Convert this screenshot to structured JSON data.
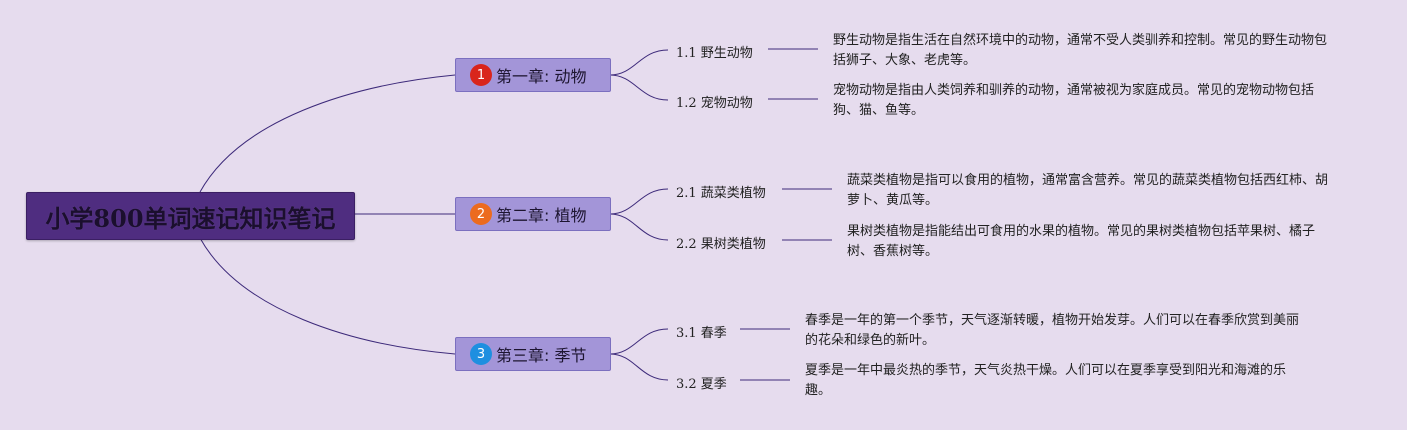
{
  "root": {
    "title": "小学800单词速记知识笔记"
  },
  "chapters": [
    {
      "label": "第一章: 动物",
      "badge": "1",
      "badge_color": "#d9251c",
      "items": [
        {
          "label": "1.1 野生动物",
          "desc": "野生动物是指生活在自然环境中的动物，通常不受人类驯养和控制。常见的野生动物包括狮子、大象、老虎等。"
        },
        {
          "label": "1.2 宠物动物",
          "desc": "宠物动物是指由人类饲养和驯养的动物，通常被视为家庭成员。常见的宠物动物包括狗、猫、鱼等。"
        }
      ]
    },
    {
      "label": "第二章: 植物",
      "badge": "2",
      "badge_color": "#ec6b1f",
      "items": [
        {
          "label": "2.1 蔬菜类植物",
          "desc": "蔬菜类植物是指可以食用的植物，通常富含营养。常见的蔬菜类植物包括西红柿、胡萝卜、黄瓜等。"
        },
        {
          "label": "2.2 果树类植物",
          "desc": "果树类植物是指能结出可食用的水果的植物。常见的果树类植物包括苹果树、橘子树、香蕉树等。"
        }
      ]
    },
    {
      "label": "第三章: 季节",
      "badge": "3",
      "badge_color": "#1e8fe0",
      "items": [
        {
          "label": "3.1 春季",
          "desc": "春季是一年的第一个季节，天气逐渐转暖，植物开始发芽。人们可以在春季欣赏到美丽的花朵和绿色的新叶。"
        },
        {
          "label": "3.2 夏季",
          "desc": "夏季是一年中最炎热的季节，天气炎热干燥。人们可以在夏季享受到阳光和海滩的乐趣。"
        }
      ]
    }
  ],
  "colors": {
    "background": "#e6dcee",
    "root_fill": "#4f2d80",
    "chapter_fill": "#a395d8",
    "line": "#3d2a7a"
  }
}
